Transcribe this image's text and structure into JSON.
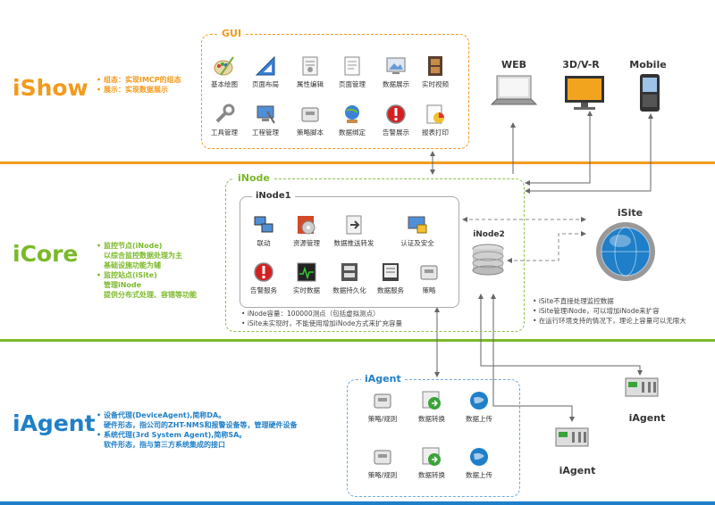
{
  "colors": {
    "orange": "#f39a1b",
    "green": "#7ab929",
    "blue": "#1f7fc8",
    "arrow": "#666666"
  },
  "ishow": {
    "title": "iShow",
    "bullets": [
      "组态：实现IMCP的组态",
      "展示：实现数据展示"
    ],
    "gui_label": "GUI",
    "tools": [
      {
        "label": "基本绘图",
        "icon": "paint-palette-icon"
      },
      {
        "label": "页面布局",
        "icon": "triangle-ruler-icon"
      },
      {
        "label": "属性编辑",
        "icon": "document-edit-icon"
      },
      {
        "label": "页面管理",
        "icon": "page-manage-icon"
      },
      {
        "label": "数据展示",
        "icon": "monitor-image-icon"
      },
      {
        "label": "实时视频",
        "icon": "film-strip-icon"
      },
      {
        "label": "工具管理",
        "icon": "wrench-icon"
      },
      {
        "label": "工程管理",
        "icon": "computer-project-icon"
      },
      {
        "label": "策略脚本",
        "icon": "key-script-icon"
      },
      {
        "label": "数据绑定",
        "icon": "globe-bind-icon"
      },
      {
        "label": "告警展示",
        "icon": "alarm-icon"
      },
      {
        "label": "报表打印",
        "icon": "report-chart-icon"
      }
    ],
    "devices": [
      "WEB",
      "3D/V-R",
      "Mobile"
    ]
  },
  "icore": {
    "title": "iCore",
    "bullets": [
      {
        "text": "监控节点(iNode)",
        "sub": [
          "以综合监控数据处理为主",
          "基础设施功能为辅"
        ]
      },
      {
        "text": "监控站点(iSite)",
        "sub": [
          "管理iNode",
          "提供分布式处理、容错等功能"
        ]
      }
    ],
    "inode_label": "iNode",
    "inode1_label": "iNode1",
    "inode1_items": [
      {
        "label": "联动",
        "icon": "linkage-computers-icon"
      },
      {
        "label": "资源管理",
        "icon": "app-resource-icon"
      },
      {
        "label": "数据推送转发",
        "icon": "data-forward-icon"
      },
      {
        "label": "认证及安全",
        "icon": "security-lock-icon"
      },
      {
        "label": "告警服务",
        "icon": "alarm-service-icon"
      },
      {
        "label": "实时数据",
        "icon": "realtime-monitor-icon"
      },
      {
        "label": "数据持久化",
        "icon": "data-persist-icon"
      },
      {
        "label": "数据服务",
        "icon": "data-service-icon"
      },
      {
        "label": "策略",
        "icon": "strategy-key-icon"
      }
    ],
    "inode_notes": [
      "iNode容量：100000测点（包括虚拟测点）",
      "iSite未实现时，不能使用增加iNode方式来扩充容量"
    ],
    "inode2_label": "iNode2",
    "isite_label": "iSite",
    "isite_notes": [
      "iSite不直接处理监控数据",
      "iSite管理iNode，可以增加iNode来扩容",
      "在运行环境支持的情况下，理论上容量可以无限大"
    ]
  },
  "iagent": {
    "title": "iAgent",
    "bullets": [
      {
        "text": "设备代理(DeviceAgent),简称DA。",
        "sub": [
          "硬件形态，指公司的ZHT-NMS和报警设备等，管理硬件设备"
        ]
      },
      {
        "text": "系统代理(3rd System Agent),简称SA。",
        "sub": [
          "软件形态，指与第三方系统集成的接口"
        ]
      }
    ],
    "box_label": "iAgent",
    "items": [
      {
        "label": "策略/规则",
        "icon": "rule-key-icon"
      },
      {
        "label": "数据转换",
        "icon": "data-convert-icon"
      },
      {
        "label": "数据上传",
        "icon": "upload-globe-icon"
      },
      {
        "label": "策略/规则",
        "icon": "rule-key-icon"
      },
      {
        "label": "数据转换",
        "icon": "data-convert-icon"
      },
      {
        "label": "数据上传",
        "icon": "upload-globe-icon"
      }
    ],
    "hw_labels": [
      "iAgent",
      "iAgent"
    ]
  }
}
